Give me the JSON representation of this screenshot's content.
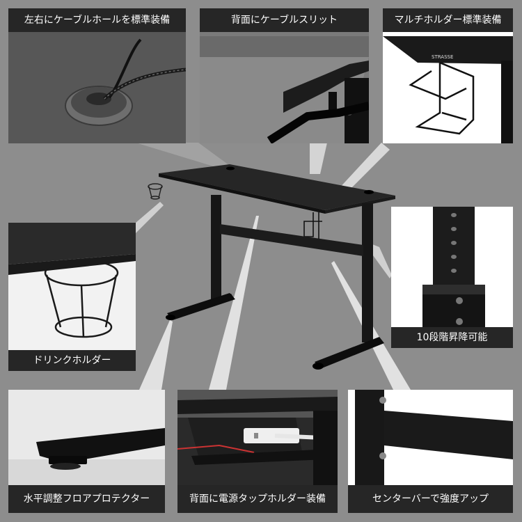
{
  "labels": {
    "cable_hole": "左右にケーブルホールを標準装備",
    "cable_slit": "背面にケーブルスリット",
    "multi_holder": "マルチホルダー標準装備",
    "drink_holder": "ドリンクホルダー",
    "height_steps": "10段階昇降可能",
    "level_protector": "水平調整フロアプロテクター",
    "power_tap": "背面に電源タップホルダー装備",
    "center_bar": "センターバーで強度アップ"
  },
  "brand": {
    "logo_text": "STRASSE"
  },
  "colors": {
    "background": "#8d8d8d",
    "label_bg": "#262626",
    "desk_black": "#1a1a1a",
    "desk_top": "#2b2b2b"
  }
}
